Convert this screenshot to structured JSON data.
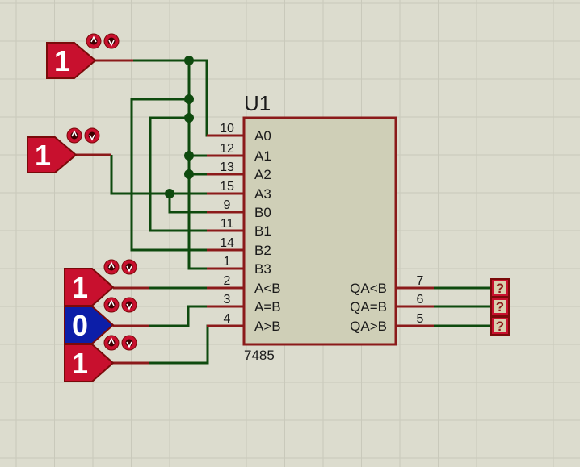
{
  "colors": {
    "background": "#dcdcce",
    "grid": "#c9c9bb",
    "wire": "#0e4a0e",
    "pin": "#8b1a1a",
    "chip_fill": "#cfcfb7",
    "chip_border": "#8b1a1a",
    "logic_high": "#c8102e",
    "logic_low": "#0c1ea8",
    "probe": "#c8102e"
  },
  "chip": {
    "name": "U1",
    "part": "7485",
    "left_pins": [
      {
        "number": "10",
        "label": "A0"
      },
      {
        "number": "12",
        "label": "A1"
      },
      {
        "number": "13",
        "label": "A2"
      },
      {
        "number": "15",
        "label": "A3"
      },
      {
        "number": "9",
        "label": "B0"
      },
      {
        "number": "11",
        "label": "B1"
      },
      {
        "number": "14",
        "label": "B2"
      },
      {
        "number": "1",
        "label": "B3"
      },
      {
        "number": "2",
        "label": "A<B"
      },
      {
        "number": "3",
        "label": "A=B"
      },
      {
        "number": "4",
        "label": "A>B"
      }
    ],
    "right_pins": [
      {
        "number": "7",
        "label": "QA<B"
      },
      {
        "number": "6",
        "label": "QA=B"
      },
      {
        "number": "5",
        "label": "QA>B"
      }
    ]
  },
  "logic_states": [
    {
      "value": "1",
      "state": "high"
    },
    {
      "value": "1",
      "state": "high"
    },
    {
      "value": "1",
      "state": "high"
    },
    {
      "value": "0",
      "state": "low"
    },
    {
      "value": "1",
      "state": "high"
    }
  ],
  "probes": [
    {
      "value": "?"
    },
    {
      "value": "?"
    },
    {
      "value": "?"
    }
  ],
  "icons": {
    "toggle_up": "arrow-up-icon",
    "toggle_down": "arrow-down-icon"
  }
}
